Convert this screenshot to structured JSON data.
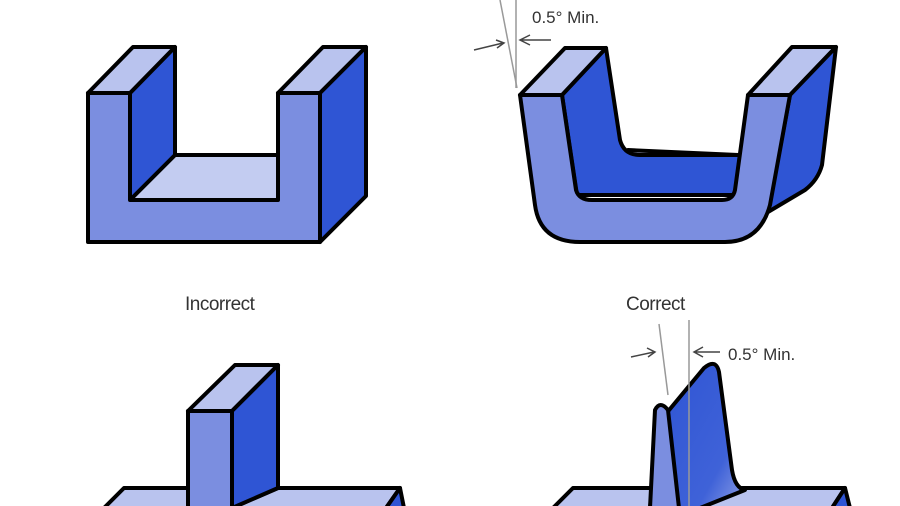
{
  "labels": {
    "bottom_left": "Incorrect",
    "bottom_right": "Correct"
  },
  "dimensions": {
    "top_right": "0.5° Min.",
    "bottom_right": "0.5° Min."
  },
  "colors": {
    "front_face": "#7b8ee0",
    "top_face": "#b9c3ee",
    "side_face": "#2f55d4",
    "outline": "#000000"
  }
}
